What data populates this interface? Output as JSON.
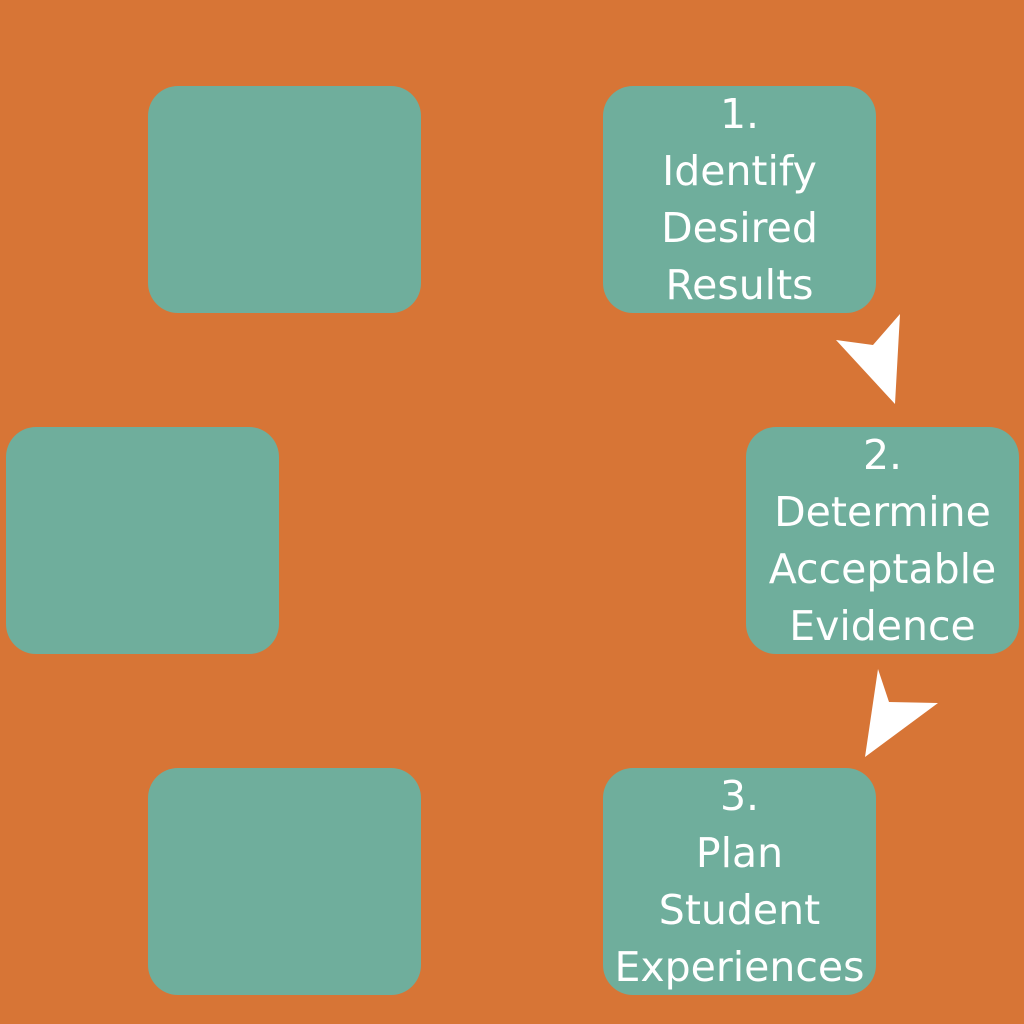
{
  "colors": {
    "background": "#D77536",
    "box": "#6FAE9C",
    "text": "#FFFFFF",
    "arrow": "#FFFFFF"
  },
  "steps": [
    {
      "number": "1.",
      "lines": [
        "Identify",
        "Desired",
        "Results"
      ]
    },
    {
      "number": "2.",
      "lines": [
        "Determine",
        "Acceptable",
        "Evidence"
      ]
    },
    {
      "number": "3.",
      "lines": [
        "Plan",
        "Student",
        "Experiences"
      ]
    }
  ]
}
